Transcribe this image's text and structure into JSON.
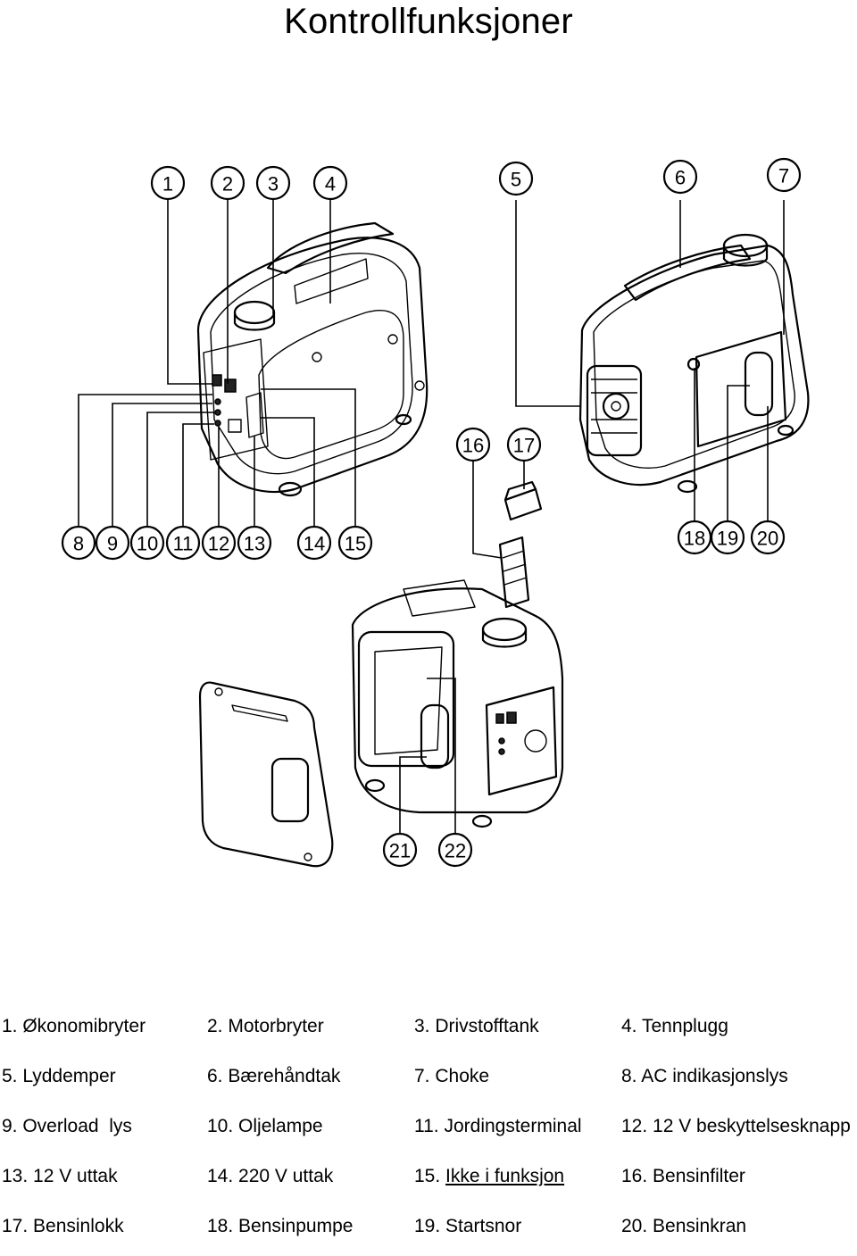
{
  "title": "Kontrollfunksjoner",
  "legend": [
    [
      "1. Økonomibryter",
      "2. Motorbryter",
      "3. Drivstofftank",
      "4. Tennplugg"
    ],
    [
      "5. Lyddemper",
      "6. Bærehåndtak",
      "7. Choke",
      "8. AC indikasjonslys"
    ],
    [
      "9. Overload  lys",
      "10. Oljelampe",
      "11. Jordingsterminal",
      "12. 12 V beskyttelsesknapp"
    ],
    [
      "13. 12 V uttak",
      "14. 220 V uttak",
      "15. Ikke i funksjon",
      "16. Bensinfilter"
    ],
    [
      "17. Bensinlokk",
      "18. Bensinpumpe",
      "19. Startsnor",
      "20. Bensinkran"
    ]
  ],
  "callouts": [
    "1",
    "2",
    "3",
    "4",
    "5",
    "6",
    "7",
    "8",
    "9",
    "10",
    "11",
    "12",
    "13",
    "14",
    "15",
    "16",
    "17",
    "18",
    "19",
    "20",
    "21",
    "22"
  ]
}
